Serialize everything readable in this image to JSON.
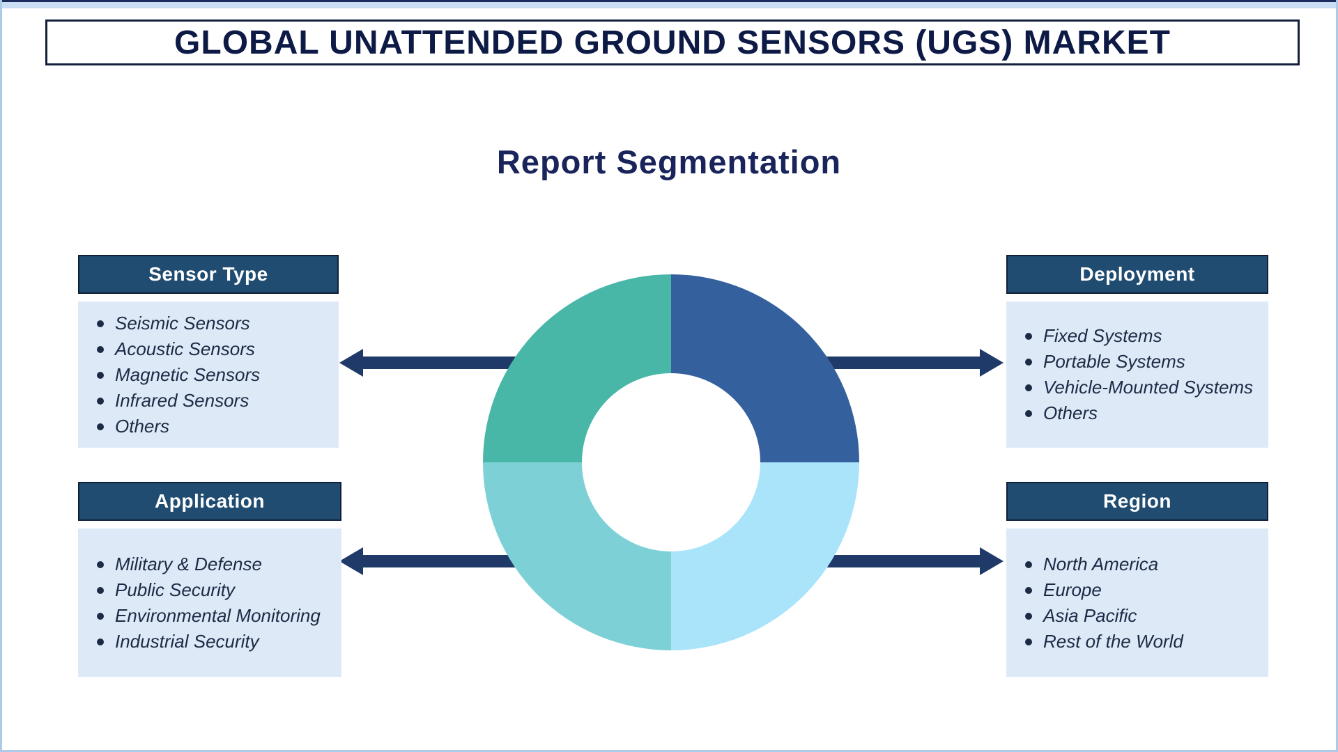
{
  "page": {
    "title": "GLOBAL UNATTENDED GROUND SENSORS (UGS) MARKET",
    "subtitle": "Report Segmentation"
  },
  "segments": [
    {
      "title": "Sensor Type",
      "items": [
        "Seismic Sensors",
        "Acoustic Sensors",
        "Magnetic Sensors",
        "Infrared Sensors",
        "Others"
      ]
    },
    {
      "title": "Application",
      "items": [
        "Military & Defense",
        "Public Security",
        "Environmental Monitoring",
        "Industrial Security"
      ]
    },
    {
      "title": "Deployment",
      "items": [
        "Fixed Systems",
        "Portable Systems",
        "Vehicle-Mounted Systems",
        "Others"
      ]
    },
    {
      "title": "Region",
      "items": [
        "North America",
        "Europe",
        "Asia Pacific",
        "Rest of the World"
      ]
    }
  ],
  "colors": {
    "title_text": "#0D1A45",
    "subtitle_text": "#19245A",
    "title_box_border": "#141F3C",
    "header_bg": "#1F4C70",
    "header_border": "#0F2038",
    "header_text": "#FFFFFF",
    "list_bg": "#DEE9F7",
    "list_text": "#1B2A45",
    "arrow": "#1F3A68",
    "frame": "#AECAE9",
    "frame_top": "#CADDF3",
    "frame_top_line": "#1B2B5E",
    "donut_top_right": "#35609E",
    "donut_bottom_right": "#A9E4FA",
    "donut_bottom_left": "#7DD1D6",
    "donut_top_left": "#49B7A8"
  },
  "chart_data": {
    "type": "pie",
    "style": "donut",
    "title": "Report Segmentation",
    "labels": [
      "top-right",
      "bottom-right",
      "bottom-left",
      "top-left"
    ],
    "values": [
      25,
      25,
      25,
      25
    ],
    "colors": [
      "#35609E",
      "#A9E4FA",
      "#7DD1D6",
      "#49B7A8"
    ],
    "legend": "none"
  }
}
